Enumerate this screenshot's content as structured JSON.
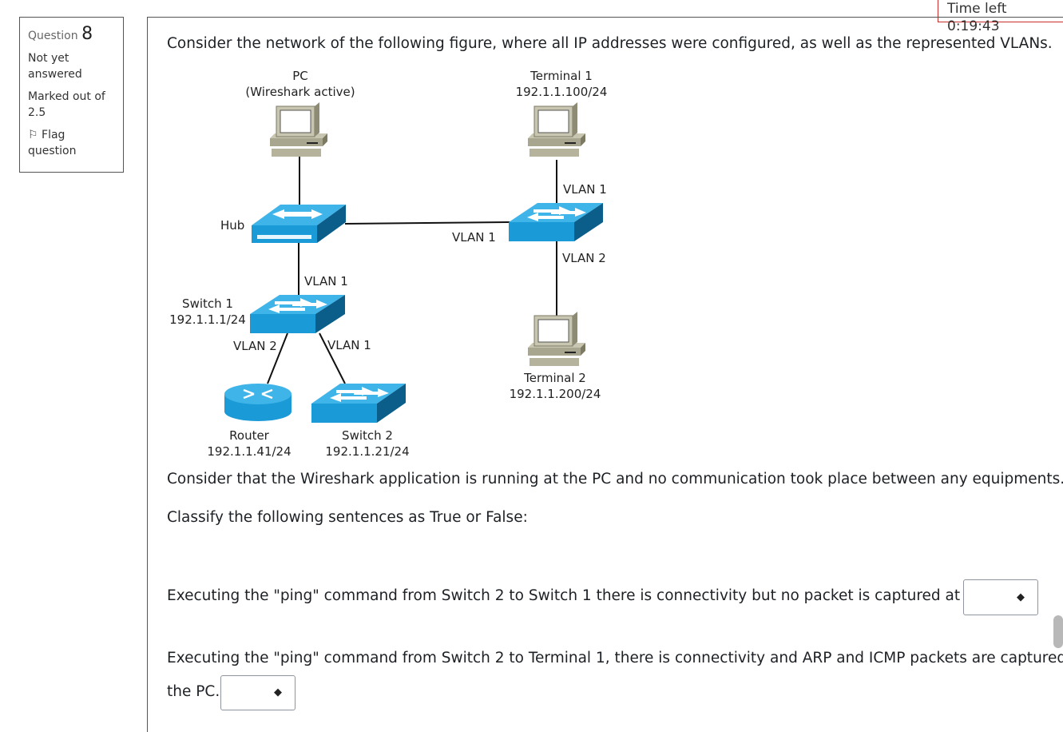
{
  "timer": {
    "label": "Time left 0:19:43"
  },
  "question_info": {
    "question_label": "Question",
    "question_number": "8",
    "status": "Not yet answered",
    "marks": "Marked out of 2.5",
    "flag_label": "Flag question"
  },
  "question": {
    "intro": "Consider the network of the following figure, where all IP addresses were configured, as well as the represented VLANs.",
    "context": "Consider that the Wireshark application is running at the PC and no communication took place between any equipments.",
    "instruction": "Classify the following sentences as True or False:",
    "sentence1": "Executing the \"ping\" command from Switch 2 to Switch 1 there is connectivity but no packet is captured at the PC.",
    "sentence2_line1": "Executing the \"ping\" command from Switch 2 to Terminal 1, there is connectivity and ARP and ICMP packets are captured at",
    "sentence2_line2": "the PC.",
    "select1_value": "",
    "select2_value": ""
  },
  "diagram": {
    "pc_label": "PC",
    "pc_sub": "(Wireshark active)",
    "terminal1_label": "Terminal 1",
    "terminal1_ip": "192.1.1.100/24",
    "hub_label": "Hub",
    "vlan_hub_switch3": "VLAN 1",
    "switch3_vlan_top": "VLAN 1",
    "switch3_vlan_bottom": "VLAN 2",
    "hub_switch1_vlan": "VLAN 1",
    "switch1_label": "Switch 1",
    "switch1_ip": "192.1.1.1/24",
    "switch1_router_vlan": "VLAN 2",
    "switch1_switch2_vlan": "VLAN 1",
    "terminal2_label": "Terminal 2",
    "terminal2_ip": "192.1.1.200/24",
    "router_label": "Router",
    "router_ip": "192.1.1.41/24",
    "switch2_label": "Switch 2",
    "switch2_ip": "192.1.1.21/24"
  },
  "colors": {
    "device_blue": "#1a9ad6",
    "device_dark": "#0b5e8a",
    "timer_border": "#c9302c"
  }
}
